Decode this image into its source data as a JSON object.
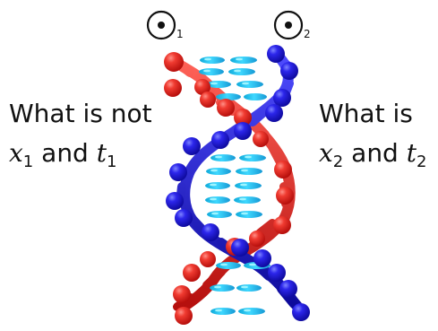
{
  "labels": {
    "left_top": "What is not",
    "left_var1": "x",
    "left_sub1": "1",
    "left_and": "and",
    "left_var2": "t",
    "left_sub2": "1",
    "right_top": "What is",
    "right_var1": "x",
    "right_sub1": "2",
    "right_and": "and",
    "right_var2": "t",
    "right_sub2": "2"
  },
  "symbols": {
    "left_subscript": "1",
    "right_subscript": "2"
  },
  "colors": {
    "red_strand": "#e31b14",
    "blue_strand": "#1d16d8",
    "base_cyan": "#20c8f0",
    "base_highlight": "#9ef4ff",
    "text": "#111111"
  }
}
